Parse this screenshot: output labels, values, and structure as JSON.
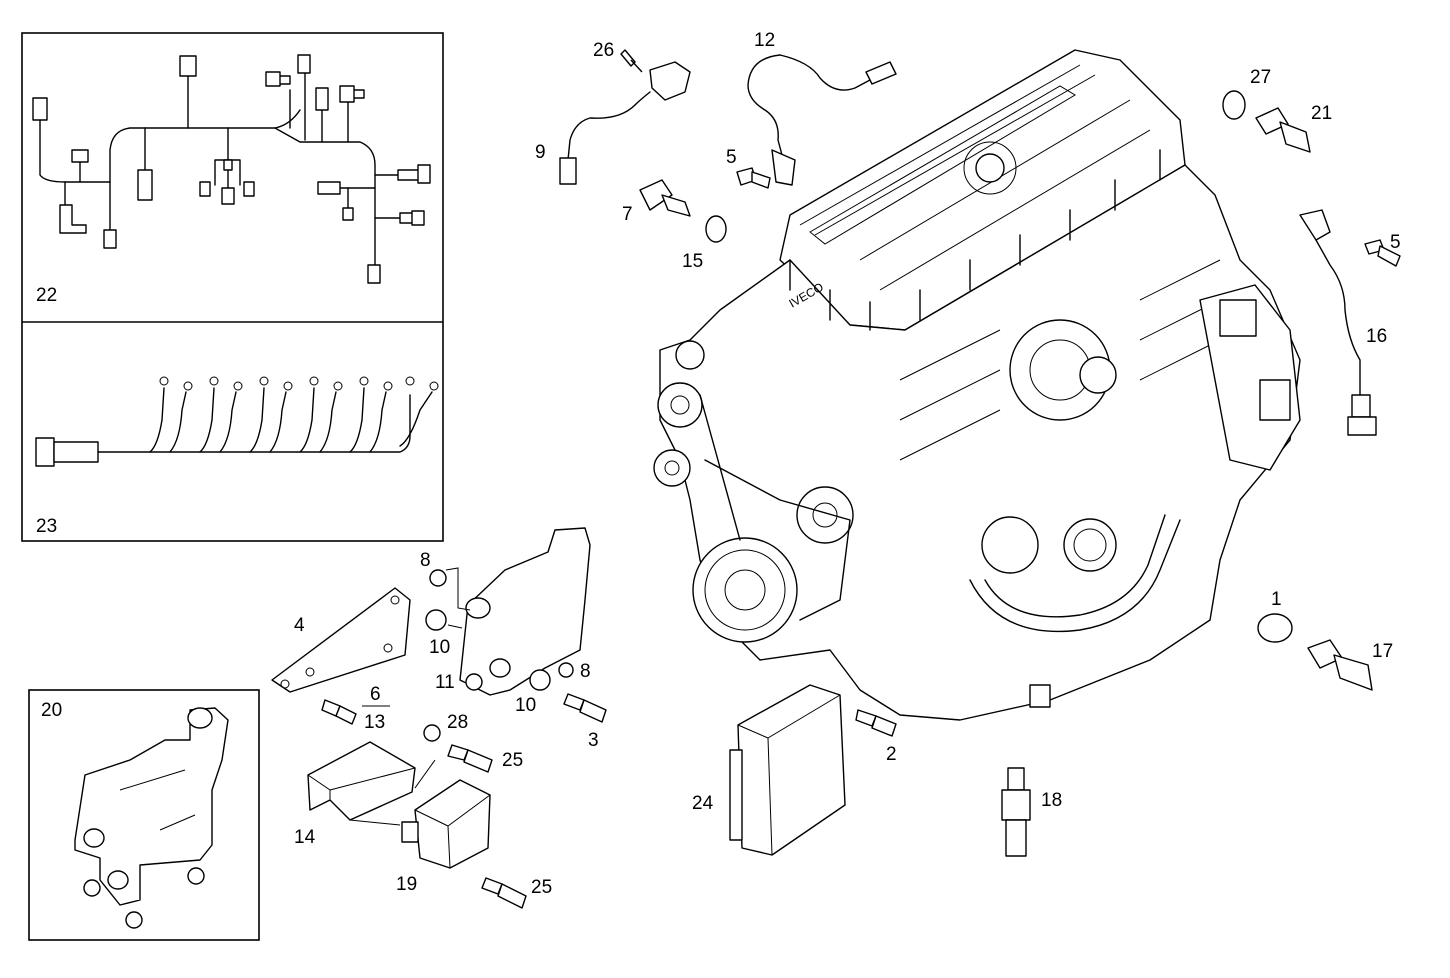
{
  "labels": {
    "l1": "1",
    "l2": "2",
    "l3": "3",
    "l4": "4",
    "l5a": "5",
    "l5b": "5",
    "l6": "6",
    "l7": "7",
    "l8a": "8",
    "l8b": "8",
    "l9": "9",
    "l10a": "10",
    "l10b": "10",
    "l11": "11",
    "l12": "12",
    "l13": "13",
    "l14": "14",
    "l15": "15",
    "l16": "16",
    "l17": "17",
    "l18": "18",
    "l19": "19",
    "l20": "20",
    "l21": "21",
    "l22": "22",
    "l23": "23",
    "l24": "24",
    "l25a": "25",
    "l25b": "25",
    "l26": "26",
    "l27": "27",
    "l28": "28"
  },
  "engine_brand": "IVECO"
}
